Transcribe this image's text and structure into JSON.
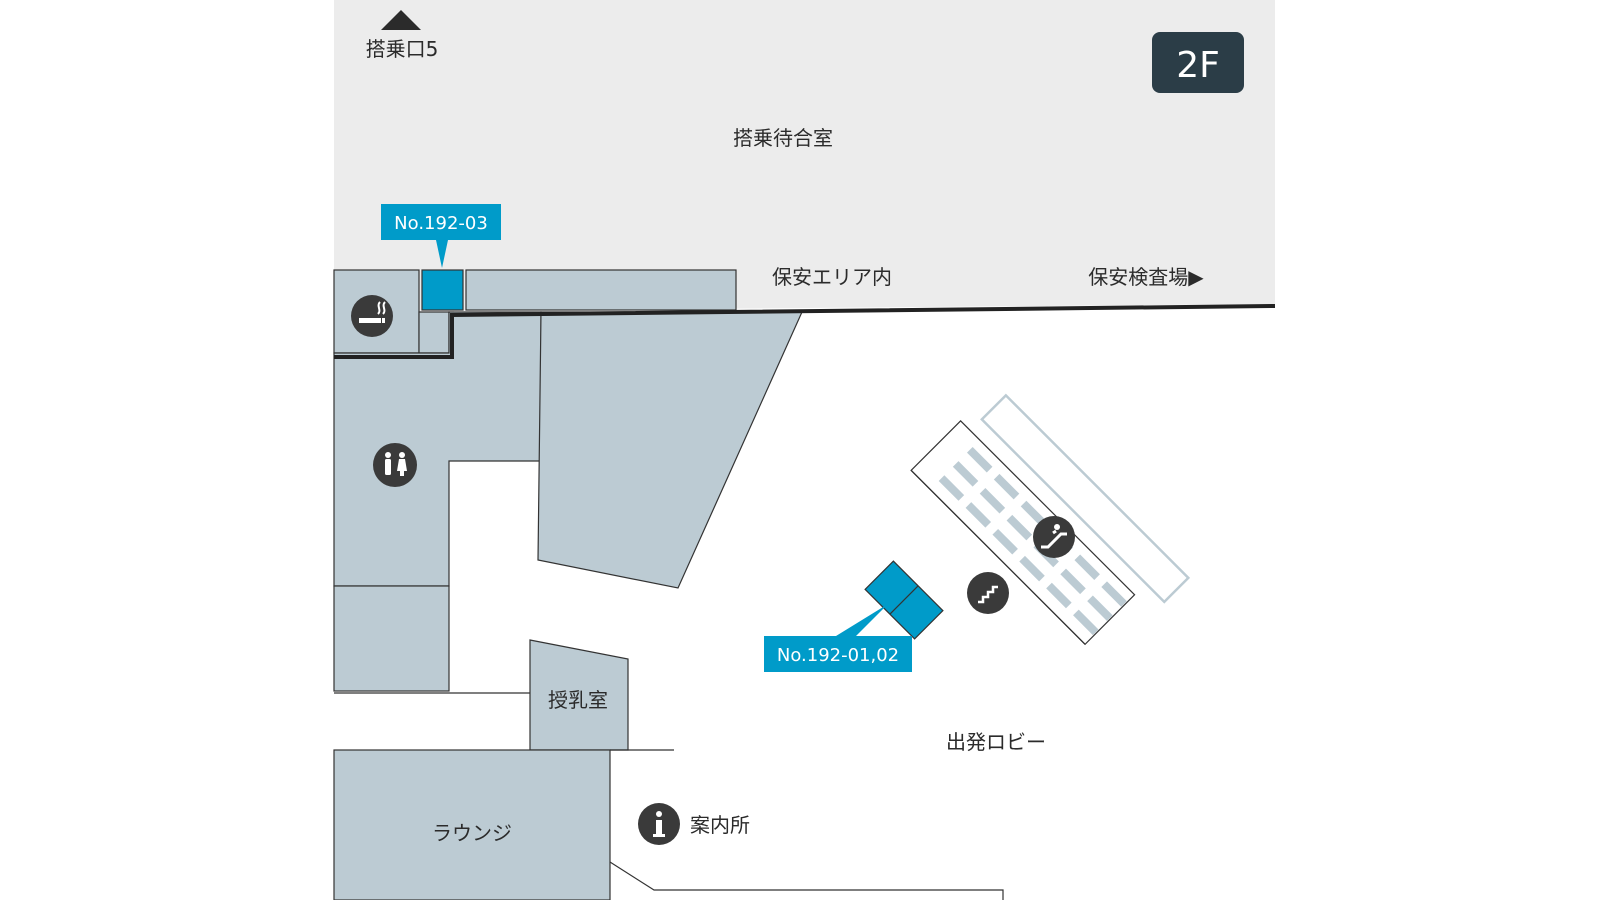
{
  "floor": {
    "label": "2F",
    "badge_color": "#2b3d47"
  },
  "areas": {
    "waiting_room": "搭乗待合室",
    "gate": "搭乗口5",
    "security_inside": "保安エリア内",
    "security_check": "保安検査場▶",
    "nursing_room": "授乳室",
    "lounge": "ラウンジ",
    "departure_lobby": "出発ロビー",
    "information": "案内所"
  },
  "locations": [
    {
      "id": "No.192-03"
    },
    {
      "id": "No.192-01,02"
    }
  ],
  "icons": [
    "smoking-icon",
    "restroom-icon",
    "escalator-icon",
    "stairs-icon",
    "information-icon",
    "up-arrow-icon"
  ],
  "colors": {
    "secure_zone": "#ececec",
    "building": "#bccbd3",
    "highlight": "#009bc9",
    "icon_bg": "#3a3a3a",
    "stair_stripes": "#bccbd3"
  }
}
